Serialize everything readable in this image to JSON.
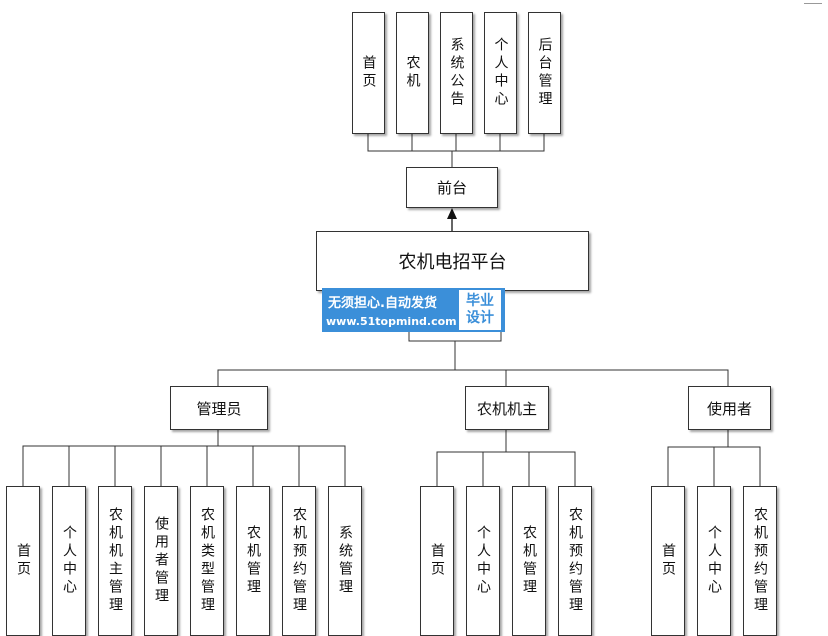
{
  "diagram": {
    "root": "农机电招平台",
    "front": {
      "label": "前台",
      "items": [
        "首页",
        "农机",
        "系统公告",
        "个人中心",
        "后台管理"
      ]
    },
    "roles": [
      {
        "label": "管理员",
        "items": [
          "首页",
          "个人中心",
          "农机机主管理",
          "使用者管理",
          "农机类型管理",
          "农机管理",
          "农机预约管理",
          "系统管理"
        ]
      },
      {
        "label": "农机机主",
        "items": [
          "首页",
          "个人中心",
          "农机管理",
          "农机预约管理"
        ]
      },
      {
        "label": "使用者",
        "items": [
          "首页",
          "个人中心",
          "农机预约管理"
        ]
      }
    ]
  },
  "watermark": {
    "line1": "无须担心.自动发货",
    "url": "www.51topmind.com",
    "badge": [
      "毕业",
      "设计"
    ],
    "color": "#3b8fd9"
  }
}
